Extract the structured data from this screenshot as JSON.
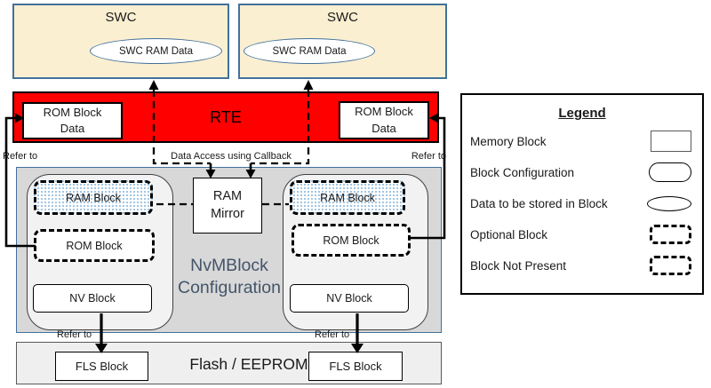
{
  "swc": [
    {
      "title": "SWC",
      "ram_data": "SWC RAM Data"
    },
    {
      "title": "SWC",
      "ram_data": "SWC RAM Data"
    }
  ],
  "rte": {
    "title": "RTE",
    "rom_block_data_left": "ROM Block Data",
    "rom_block_data_right": "ROM Block Data"
  },
  "labels": {
    "refer_to_top_left": "Refer to",
    "refer_to_top_right": "Refer to",
    "data_access": "Data Access using Callback",
    "refer_to_bottom_left": "Refer to",
    "refer_to_bottom_right": "Refer to"
  },
  "nvm": {
    "title": "NvMBlock Configuration",
    "ram_mirror": "RAM Mirror",
    "configs": [
      {
        "ram_block": "RAM Block",
        "rom_block": "ROM Block",
        "nv_block": "NV Block"
      },
      {
        "ram_block": "RAM Block",
        "rom_block": "ROM Block",
        "nv_block": "NV Block"
      }
    ]
  },
  "flash": {
    "title": "Flash / EEPROM",
    "fls_blocks": [
      "FLS Block",
      "FLS Block"
    ]
  },
  "legend": {
    "title": "Legend",
    "items": [
      {
        "label": "Memory Block"
      },
      {
        "label": "Block Configuration"
      },
      {
        "label": "Data to be stored in Block"
      },
      {
        "label": "Optional Block"
      },
      {
        "label": "Block Not Present"
      }
    ]
  },
  "colors": {
    "swc_fill": "#FBEFD1",
    "accent_border": "#41719C",
    "rte_red": "#FE0000",
    "nvm_fill": "#D8D8D8",
    "config_fill": "#F2F2F2",
    "nvm_title_color": "#44546A",
    "dot_pattern": "#9CC2E0"
  }
}
